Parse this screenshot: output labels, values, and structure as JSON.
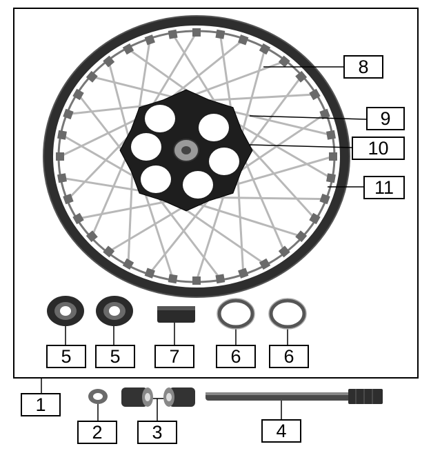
{
  "callouts": {
    "c1": "1",
    "c2": "2",
    "c3": "3",
    "c4": "4",
    "c5a": "5",
    "c5b": "5",
    "c6a": "6",
    "c6b": "6",
    "c7": "7",
    "c8": "8",
    "c9": "9",
    "c10": "10",
    "c11": "11"
  },
  "colors": {
    "rim": "#3a3a3a",
    "hub": "#1e1e1e",
    "spoke": "#b8b8b8",
    "seal": "#2a2a2a",
    "metal": "#8a8a8a"
  }
}
